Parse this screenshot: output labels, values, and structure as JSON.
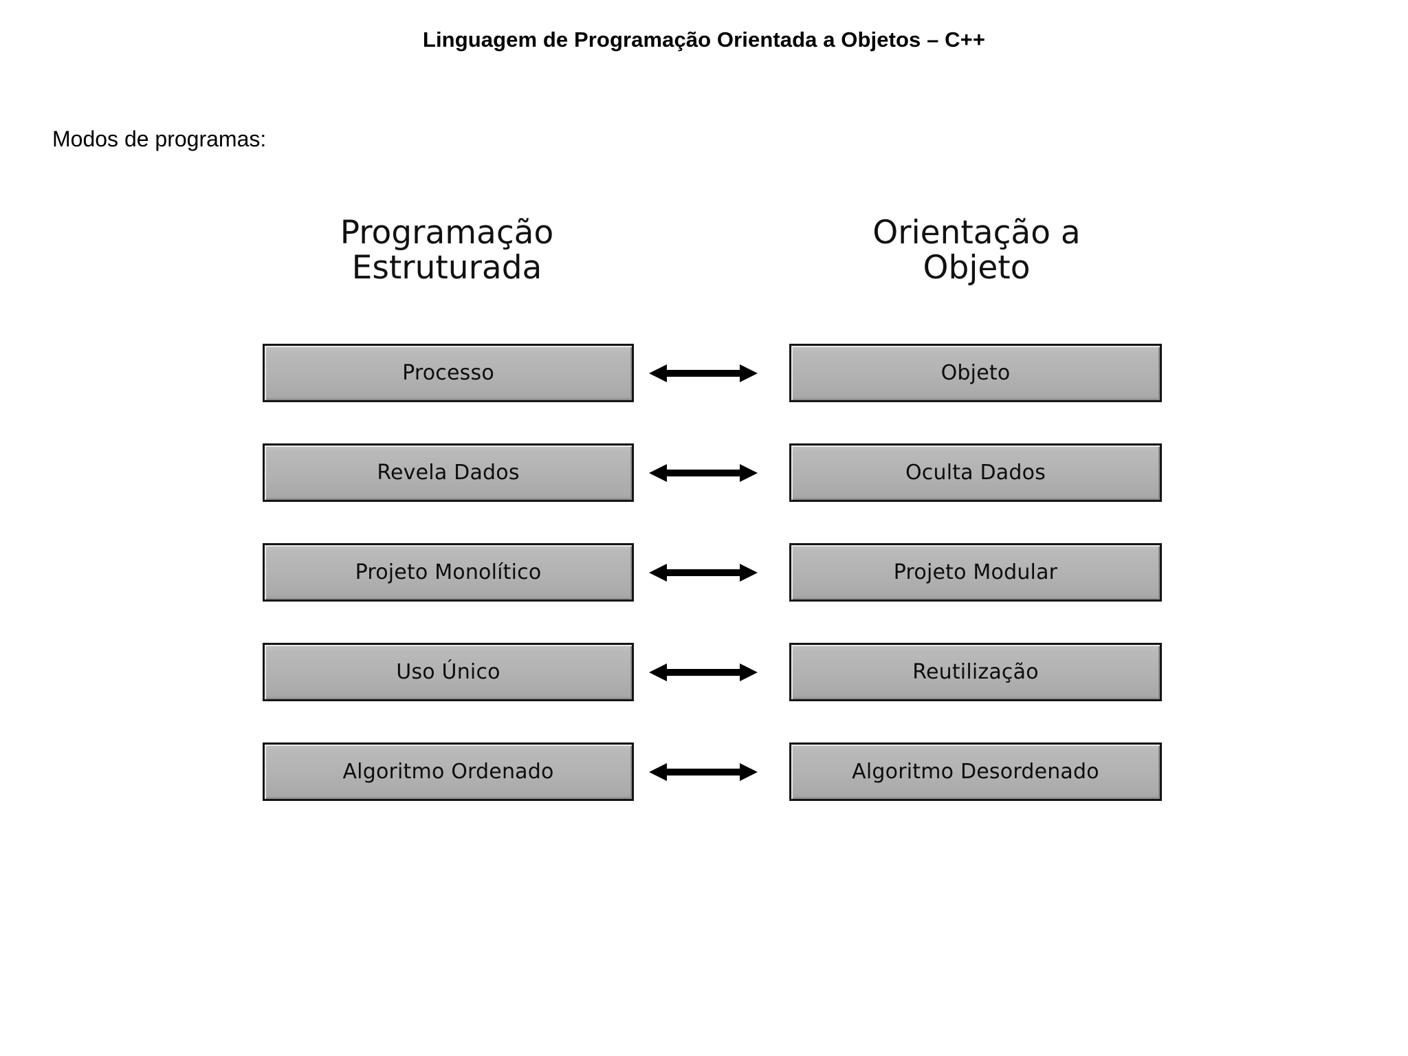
{
  "page": {
    "title": "Linguagem de Programação Orientada a Objetos – C++",
    "subtitle": "Modos de programas:",
    "background_color": "#ffffff",
    "text_color": "#000000"
  },
  "diagram": {
    "type": "comparison-table",
    "columns": [
      {
        "id": "estruturada",
        "heading": "Programação\nEstruturada"
      },
      {
        "id": "objeto",
        "heading": "Orientação a\nObjeto"
      }
    ],
    "connector": {
      "icon": "double-headed-arrow-icon",
      "direction": "bidirectional",
      "color": "#000000"
    },
    "node_style": {
      "fill_color": "#b2b2b2",
      "border_color": "#151515",
      "highlight_color": "#e9e9e9",
      "shadow_color": "#8e8e8e"
    },
    "rows": [
      {
        "left": "Processo",
        "right": "Objeto"
      },
      {
        "left": "Revela Dados",
        "right": "Oculta Dados"
      },
      {
        "left": "Projeto Monolítico",
        "right": "Projeto Modular"
      },
      {
        "left": "Uso Único",
        "right": "Reutilização"
      },
      {
        "left": "Algoritmo Ordenado",
        "right": "Algoritmo Desordenado"
      }
    ]
  }
}
